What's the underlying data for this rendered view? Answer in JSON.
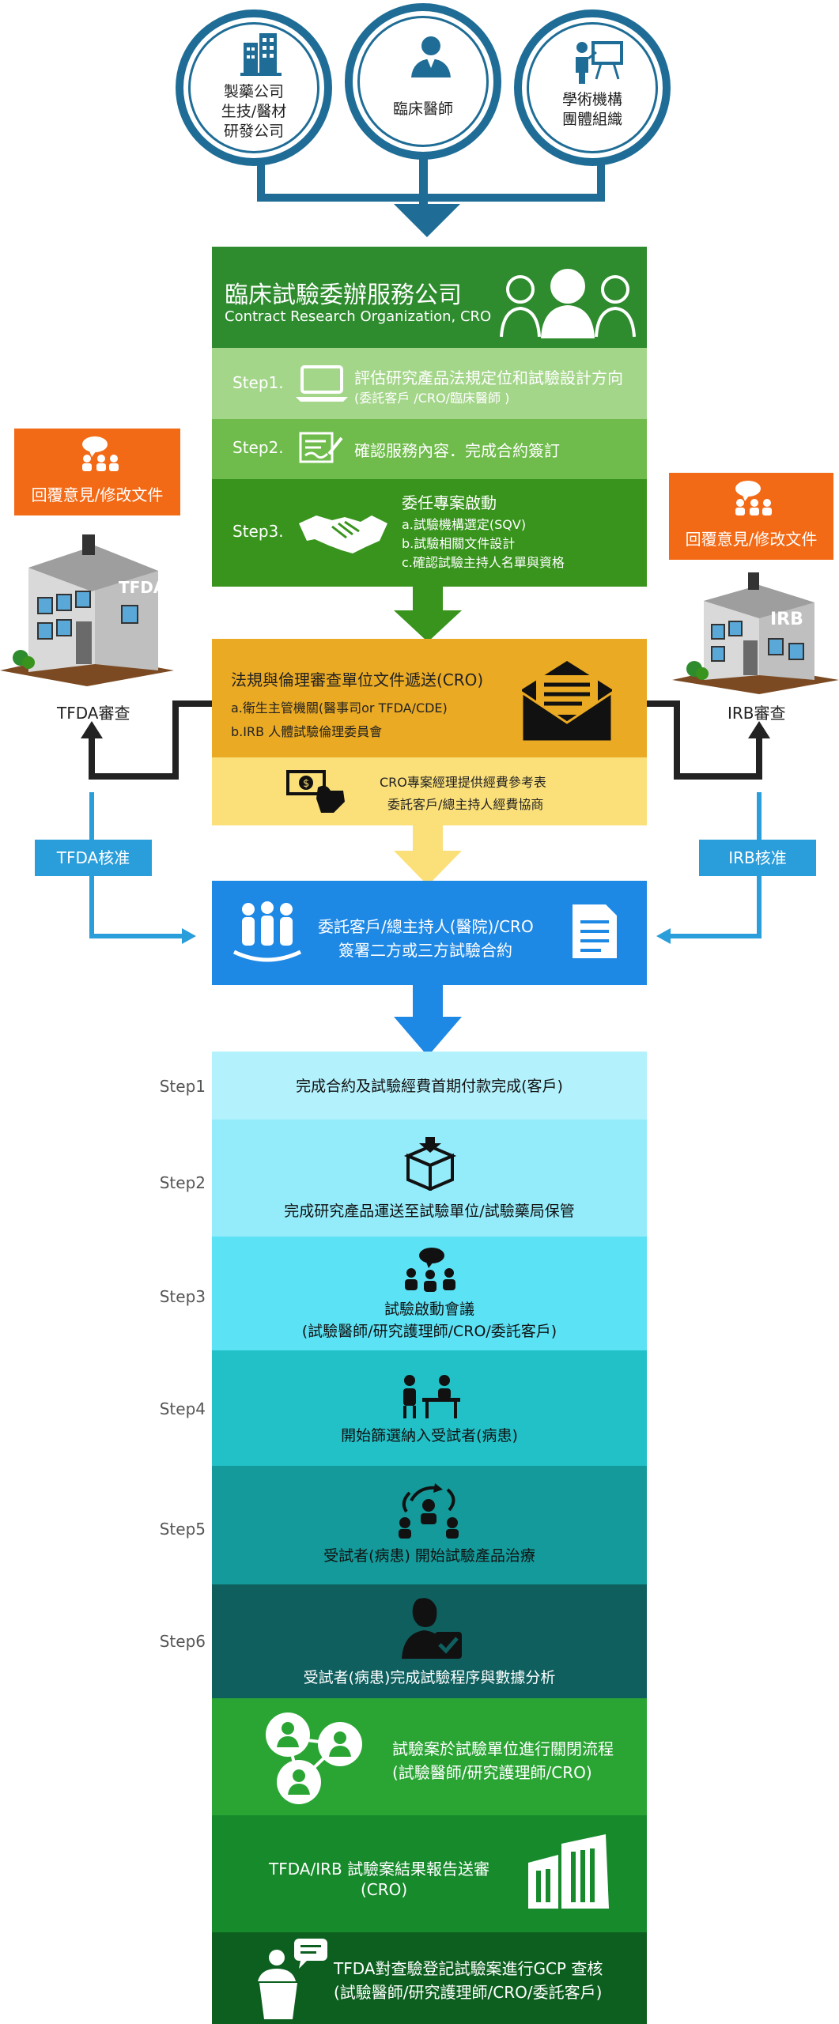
{
  "top_circles": [
    {
      "label_lines": [
        "製藥公司",
        "生技/醫材",
        "研發公司"
      ],
      "icon": "building-icon"
    },
    {
      "label_lines": [
        "臨床醫師"
      ],
      "icon": "doctor-icon"
    },
    {
      "label_lines": [
        "學術機構",
        "團體組織"
      ],
      "icon": "presenter-icon"
    }
  ],
  "cro": {
    "title": "臨床試驗委辦服務公司",
    "subtitle": "Contract Research Organization, CRO",
    "steps": [
      {
        "label": "Step1.",
        "text": "評估研究產品法規定位和試驗設計方向",
        "sub": "(委託客戶 /CRO/臨床醫師 )"
      },
      {
        "label": "Step2.",
        "text": "確認服務內容．完成合約簽訂"
      },
      {
        "label": "Step3.",
        "title": "委任專案啟動",
        "items": [
          "a.試驗機構選定(SQV)",
          "b.試驗相關文件設計",
          "c.確認試驗主持人名單與資格"
        ]
      }
    ]
  },
  "left_side": {
    "reply_label": "回覆意見/修改文件",
    "building_sign": "TFDA",
    "review_label": "TFDA審查",
    "approve_label": "TFDA核准"
  },
  "right_side": {
    "reply_label": "回覆意見/修改文件",
    "building_sign": "IRB",
    "review_label": "IRB審查",
    "approve_label": "IRB核准"
  },
  "submission": {
    "title": "法規與倫理審查單位文件遞送(CRO)",
    "items": [
      "a.衛生主管機關(醫事司or TFDA/CDE)",
      "b.IRB 人體試驗倫理委員會"
    ],
    "budget_lines": [
      "CRO專案經理提供經費參考表",
      "委託客戶/總主持人經費協商"
    ]
  },
  "contract": {
    "lines": [
      "委託客戶/總主持人(醫院)/CRO",
      "簽署二方或三方試驗合約"
    ]
  },
  "bottom_steps": [
    {
      "label": "Step1",
      "lines": [
        "完成合約及試驗經費首期付款完成(客戶)"
      ],
      "color": "#b3f1fc",
      "icon": ""
    },
    {
      "label": "Step2",
      "lines": [
        "完成研究產品運送至試驗單位/試驗藥局保管"
      ],
      "color": "#94ecfb",
      "icon": "box-icon"
    },
    {
      "label": "Step3",
      "lines": [
        "試驗啟動會議",
        "(試驗醫師/研究護理師/CRO/委託客戶)"
      ],
      "color": "#5ce2f5",
      "icon": "meeting-icon"
    },
    {
      "label": "Step4",
      "lines": [
        "開始篩選納入受試者(病患)"
      ],
      "color": "#22c1c8",
      "icon": "interview-icon"
    },
    {
      "label": "Step5",
      "lines": [
        "受試者(病患) 開始試驗產品治療"
      ],
      "color": "#149a9a",
      "icon": "treatment-icon"
    },
    {
      "label": "Step6",
      "lines": [
        "受試者(病患)完成試驗程序與數據分析"
      ],
      "color": "#0f5f5f",
      "icon": "patient-check-icon"
    }
  ],
  "final_steps": [
    {
      "lines": [
        "試驗案於試驗單位進行關閉流程",
        "(試驗醫師/研究護理師/CRO)"
      ],
      "color": "#2aa534",
      "icon": "team-circles-icon"
    },
    {
      "lines": [
        "TFDA/IRB 試驗案結果報告送審",
        "(CRO)"
      ],
      "color": "#178a2c",
      "icon": "buildings-icon"
    },
    {
      "lines": [
        "TFDA對查驗登記試驗案進行GCP 查核",
        "(試驗醫師/研究護理師/CRO/委託客戶)"
      ],
      "color": "#0d5f1f",
      "icon": "speaker-icon"
    }
  ],
  "colors": {
    "circle_border": "#1f6d96",
    "cro_header": "#2e8b2e",
    "step1": "#a4d68a",
    "step2": "#6fbb4b",
    "step3": "#38941c",
    "submission": "#ebaa24",
    "budget": "#fbe07a",
    "contract": "#1e88e5",
    "orange": "#f36a16",
    "light_blue": "#2a9ddb"
  }
}
